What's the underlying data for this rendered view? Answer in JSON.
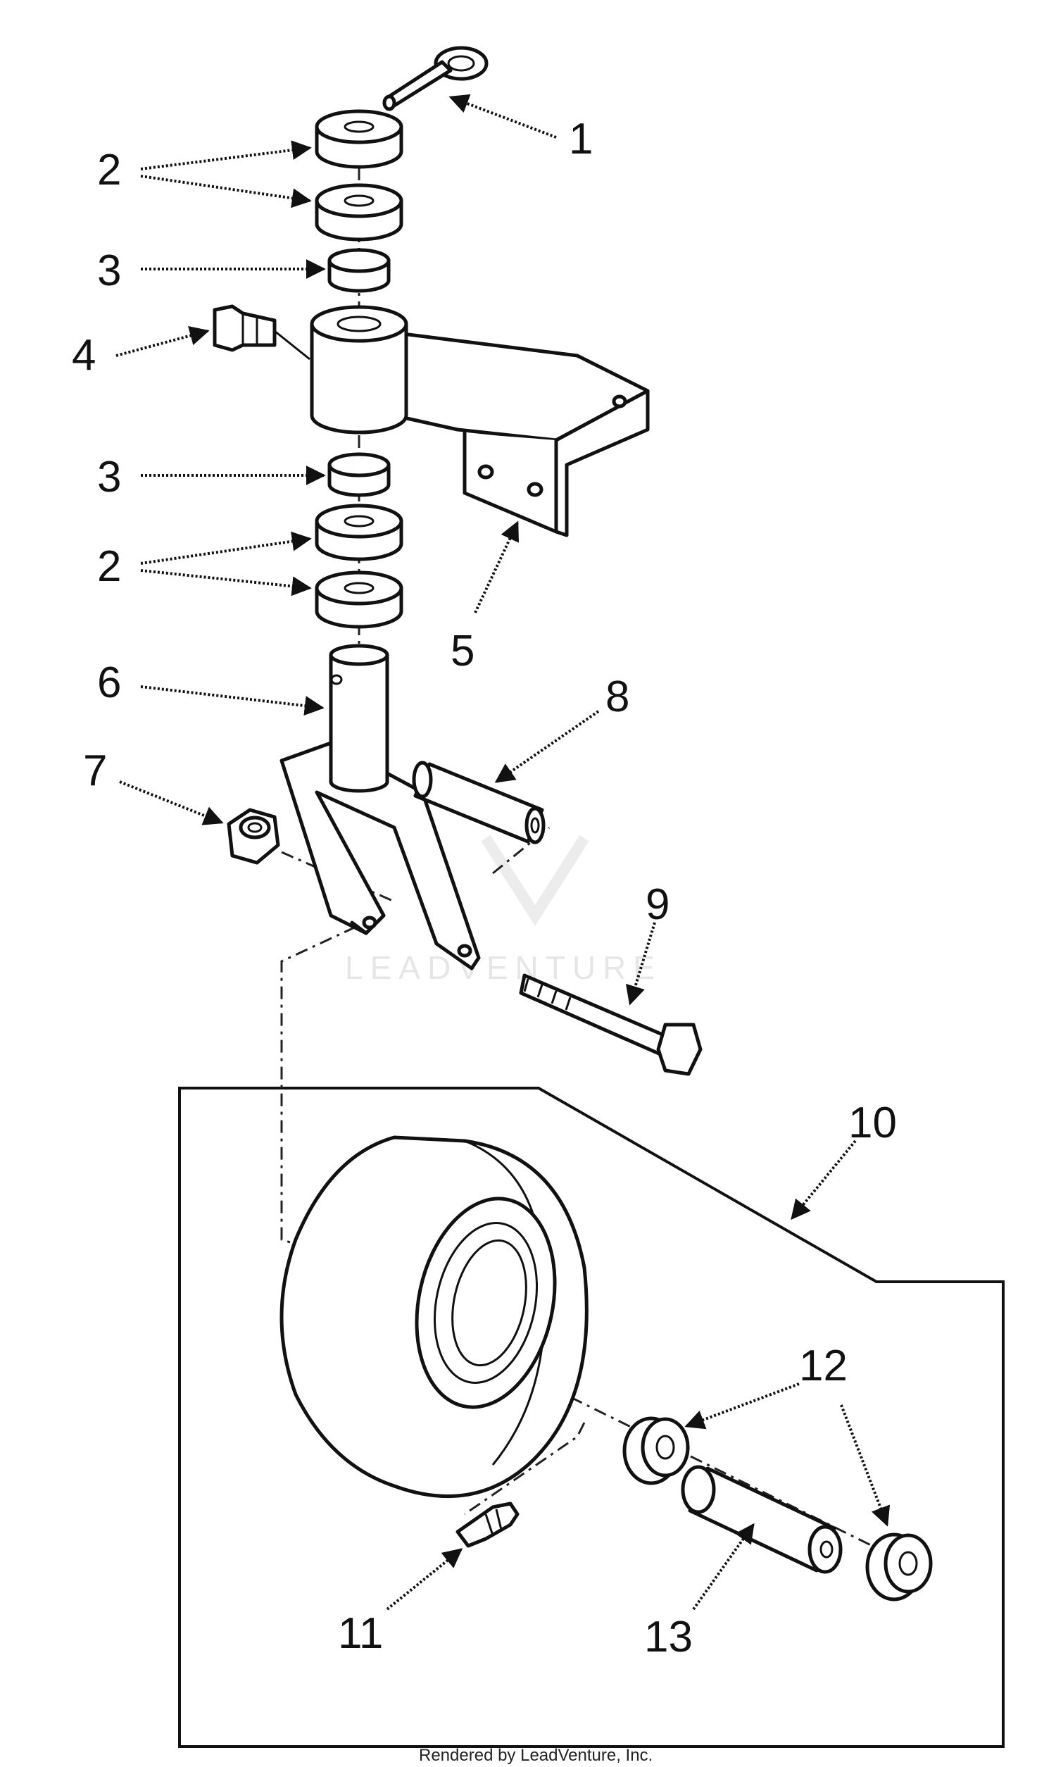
{
  "callouts": {
    "c1": "1",
    "c2a": "2",
    "c3a": "3",
    "c4": "4",
    "c5": "5",
    "c3b": "3",
    "c2b": "2",
    "c6": "6",
    "c7": "7",
    "c8": "8",
    "c9": "9",
    "c10": "10",
    "c12": "12",
    "c11": "11",
    "c13": "13"
  },
  "watermark": "LEADVENTURE",
  "footer": "Rendered by LeadVenture, Inc."
}
